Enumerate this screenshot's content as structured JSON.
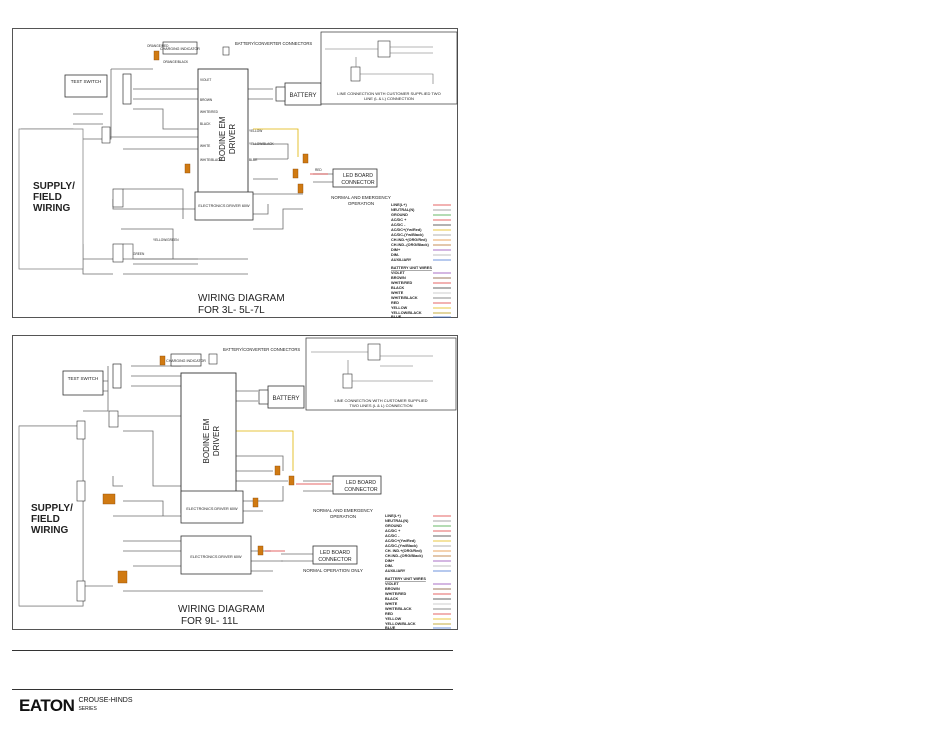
{
  "colors": {
    "line": "#6b6b6b",
    "box": "#333333",
    "connector": "#d07a12",
    "red": "#d33",
    "yellow": "#e0b400",
    "orange": "#e0892a",
    "blue": "#3b6fd0",
    "green": "#38a038",
    "violet": "#8c3fb0",
    "brown": "#7a4b2a"
  },
  "diagram1": {
    "title_line1": "WIRING DIAGRAM",
    "title_line2": "FOR  3L- 5L-7L",
    "supply_label": [
      "SUPPLY/",
      "FIELD",
      "WIRING"
    ],
    "test_switch": "TEST SWITCH",
    "battery": "BATTERY",
    "bodine_line1": "BODINE EM",
    "bodine_line2": "DRIVER",
    "led_connector_line1": "LED BOARD",
    "led_connector_line2": "CONNECTOR",
    "battery_connectors": "BATTERY/CONVERTER CONNECTORS",
    "charging_indicator": "CHARGING INDICATOR",
    "operation_line1": "NORMAL AND EMERGENCY",
    "operation_line2": "OPERATION",
    "inset_caption_line1": "LINE CONNECTION WITH CUSTOMER SUPPLIED TWO",
    "inset_caption_line2": "LINE (L & L) CONNECTION",
    "electronic_driver": "ELECTRONICS DRIVER 60W",
    "wire_labels": [
      "ORANGE/RED",
      "ORANGE/BLACK",
      "VIOLET",
      "BROWN",
      "WHITE/RED",
      "BLACK",
      "WHITE",
      "WHITE/BLACK",
      "YELLOW",
      "YELLOW/BLACK",
      "BLUE",
      "RED",
      "GREEN",
      "YELLOW/GREEN"
    ],
    "legend": [
      "LINE(L+)",
      "NEUTRAL(N)",
      "GROUND",
      "AC/DC +",
      "AC/DC -",
      "AC/DC+(Yw/Red)",
      "AC/DC-(Yw/Black)",
      "CH.IND.+(ORG/Red)",
      "CH.IND.-(ORG/Black)",
      "DIM+",
      "DIM-",
      "AUXILIARY"
    ],
    "battery_wires_title": "BATTERY UNIT WIRES",
    "battery_wires": [
      "VIOLET",
      "BROWN",
      "WHITE/RED",
      "BLACK",
      "WHITE",
      "WHITE/BLACK",
      "RED",
      "YELLOW",
      "YELLOW/BLACK",
      "BLUE"
    ]
  },
  "diagram2": {
    "title_line1": "WIRING DIAGRAM",
    "title_line2": "FOR 9L- 11L",
    "supply_label": [
      "SUPPLY/",
      "FIELD",
      "WIRING"
    ],
    "test_switch": "TEST SWITCH",
    "battery": "BATTERY",
    "bodine_line1": "BODINE EM",
    "bodine_line2": "DRIVER",
    "led_connector_line1": "LED BOARD",
    "led_connector_line2": "CONNECTOR",
    "led_connector2_line1": "LED BOARD",
    "led_connector2_line2": "CONNECTOR",
    "battery_connectors": "BATTERY/CONVERTER CONNECTORS",
    "charging_indicator": "CHARGING INDICATOR",
    "operation_line1": "NORMAL AND EMERGENCY",
    "operation_line2": "OPERATION",
    "normal_only": "NORMAL OPERATION ONLY",
    "inset_caption_line1": "LINE CONNECTION WITH CUSTOMER SUPPLIED",
    "inset_caption_line2": "TWO LINES (L & L) CONNECTION",
    "electronic_driver": "ELECTRONICS DRIVER 60W",
    "legend": [
      "LINE(L+)",
      "NEUTRAL(N)",
      "GROUND",
      "AC/DC +",
      "AC/DC -",
      "AC/DC+(Yw/Red)",
      "AC/DC-(Yw/Black)",
      "CH. IND.+(ORG/Red)",
      "CH.IND.-(ORG/Black)",
      "DIM+",
      "DIM-",
      "AUXILIARY"
    ],
    "battery_wires_title": "BATTERY UNIT WIRES",
    "battery_wires": [
      "VIOLET",
      "BROWN",
      "WHITE/RED",
      "BLACK",
      "WHITE",
      "WHITE/BLACK",
      "RED",
      "YELLOW",
      "YELLOW/BLACK",
      "BLUE"
    ]
  },
  "footer": {
    "brand": "EATON",
    "sub_line1": "CROUSE-HINDS",
    "sub_line2": "SERIES"
  }
}
